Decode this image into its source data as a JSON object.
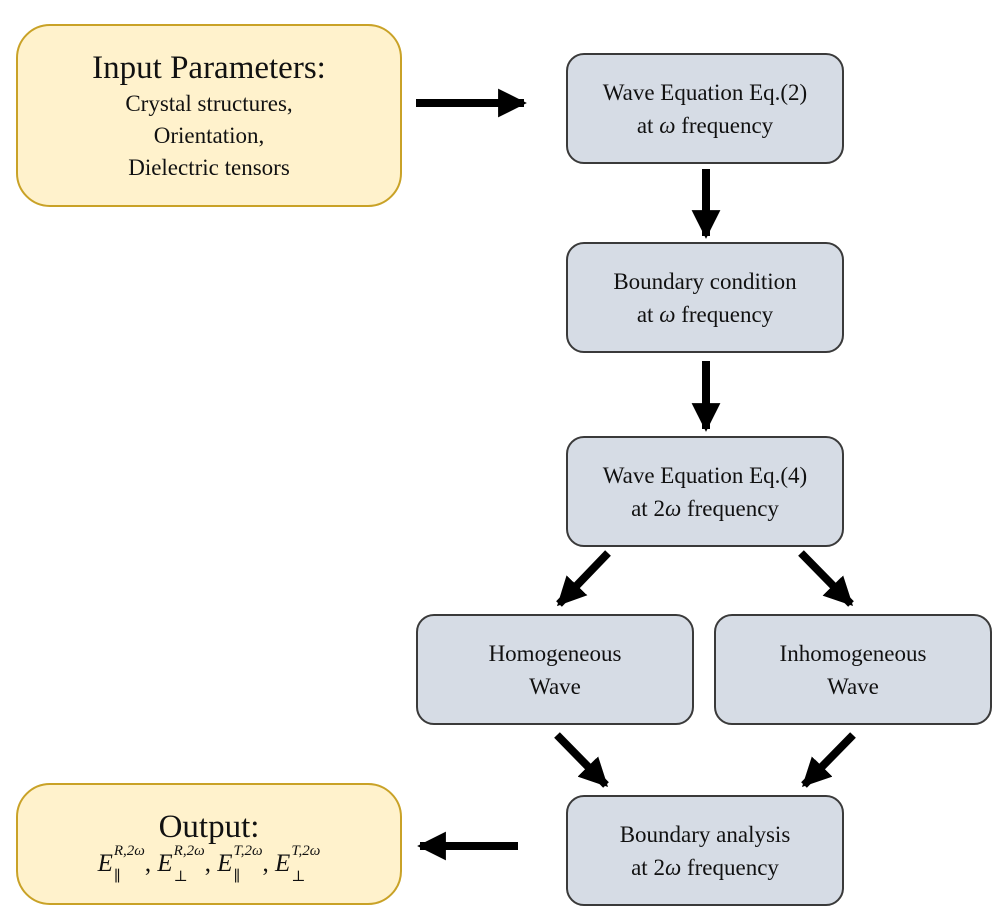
{
  "input_box": {
    "title": "Input Parameters:",
    "lines": [
      "Crystal structures,",
      "Orientation,",
      "Dielectric tensors"
    ]
  },
  "wave_eq_2": {
    "line1": "Wave Equation Eq.(2)",
    "line2_prefix": "at ",
    "line2_symbol": "ω",
    "line2_suffix": " frequency"
  },
  "boundary_w": {
    "line1": "Boundary condition",
    "line2_prefix": "at ",
    "line2_symbol": "ω",
    "line2_suffix": " frequency"
  },
  "wave_eq_4": {
    "line1": "Wave Equation Eq.(4)",
    "line2_prefix": "at 2",
    "line2_symbol": "ω",
    "line2_suffix": " frequency"
  },
  "homogeneous": {
    "line1": "Homogeneous",
    "line2": "Wave"
  },
  "inhomogeneous": {
    "line1": "Inhomogeneous",
    "line2": "Wave"
  },
  "boundary_2w": {
    "line1": "Boundary analysis",
    "line2_prefix": "at 2",
    "line2_symbol": "ω",
    "line2_suffix": " frequency"
  },
  "output_box": {
    "title": "Output:",
    "terms": [
      {
        "base": "E",
        "sup": "R,2ω",
        "sub": "∥"
      },
      {
        "base": "E",
        "sup": "R,2ω",
        "sub": "⊥"
      },
      {
        "base": "E",
        "sup": "T,2ω",
        "sub": "∥"
      },
      {
        "base": "E",
        "sup": "T,2ω",
        "sub": "⊥"
      }
    ],
    "separator": ", "
  },
  "colors": {
    "input_fill": "#fff2cc",
    "input_border": "#c9a227",
    "process_fill": "#d6dce5",
    "process_border": "#3a3a3a",
    "arrow": "#000000"
  }
}
